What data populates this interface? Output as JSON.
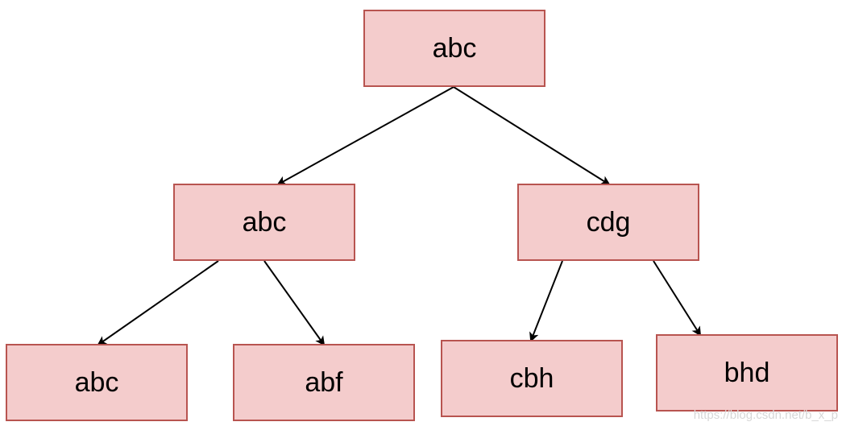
{
  "nodes": {
    "root": {
      "label": "abc"
    },
    "left": {
      "label": "abc"
    },
    "right": {
      "label": "cdg"
    },
    "left_left": {
      "label": "abc"
    },
    "left_right": {
      "label": "abf"
    },
    "right_left": {
      "label": "cbh"
    },
    "right_right": {
      "label": "bhd"
    }
  },
  "edges": [
    {
      "from": "root",
      "to": "left"
    },
    {
      "from": "root",
      "to": "right"
    },
    {
      "from": "left",
      "to": "left_left"
    },
    {
      "from": "left",
      "to": "left_right"
    },
    {
      "from": "right",
      "to": "right_left"
    },
    {
      "from": "right",
      "to": "right_right"
    }
  ],
  "watermark": "https://blog.csdn.net/b_x_p",
  "colors": {
    "node_fill": "#f4cccc",
    "node_stroke": "#b85450",
    "edge": "#000000"
  }
}
